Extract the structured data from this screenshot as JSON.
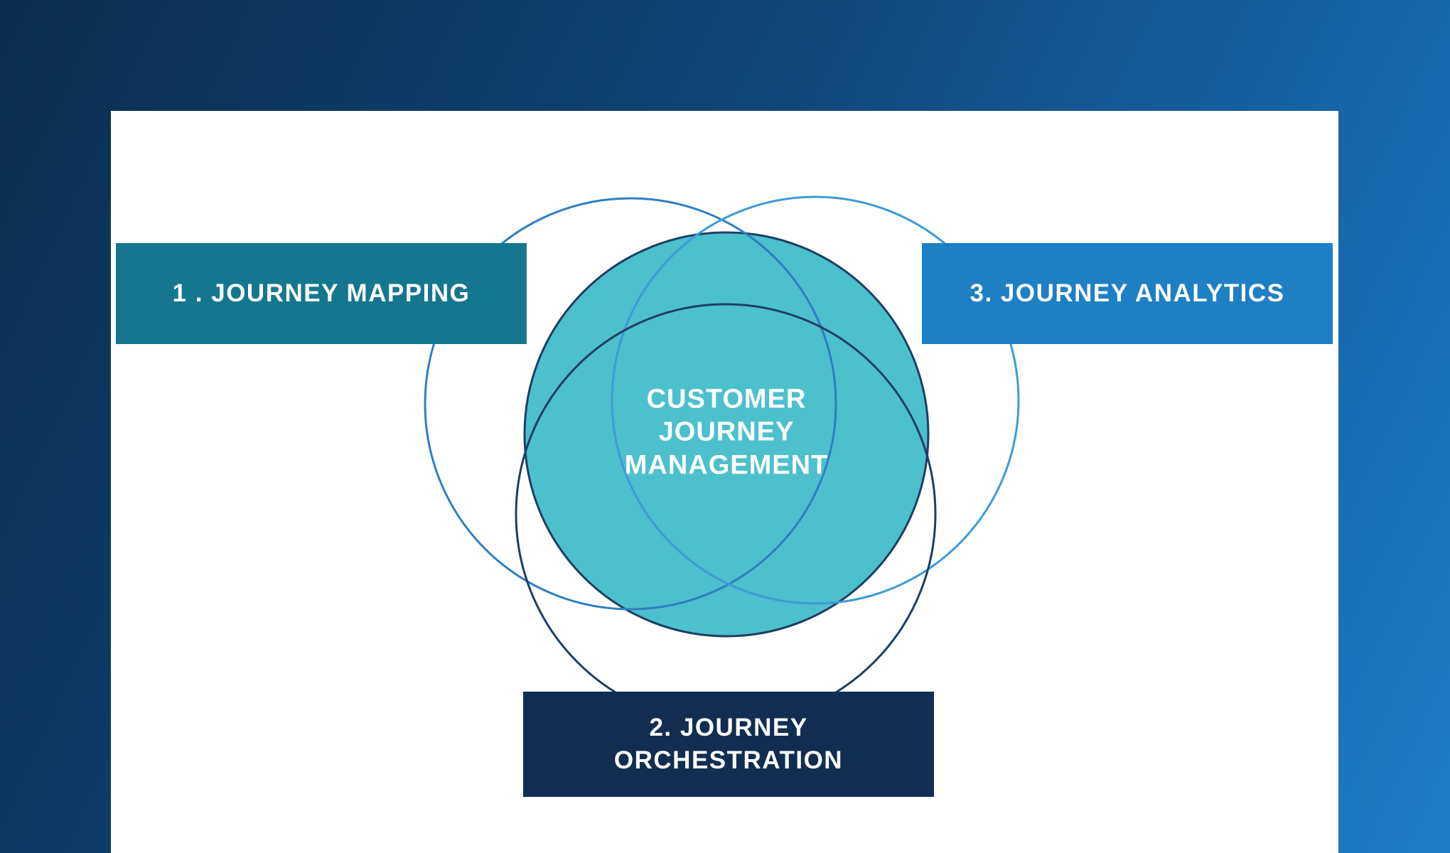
{
  "colors": {
    "bg_start": "#0a2c4e",
    "bg_mid": "#10477a",
    "bg_end": "#1d7cc9",
    "panel": "#ffffff",
    "box_mapping": "#15768f",
    "box_analytics": "#1d7fc4",
    "box_orchestration": "#112e52",
    "venn_fill": "#4cc0cd",
    "venn_fill_stroke": "#1d3f63",
    "circle_left": "#2f7ec3",
    "circle_right": "#3f9ad8",
    "circle_bottom": "#1d3f63",
    "label_text": "#ffffff"
  },
  "diagram": {
    "boxes": [
      {
        "id": "journey-mapping",
        "label": "1 . JOURNEY MAPPING"
      },
      {
        "id": "journey-orchestration",
        "label": "2. JOURNEY\nORCHESTRATION"
      },
      {
        "id": "journey-analytics",
        "label": "3. JOURNEY ANALYTICS"
      }
    ],
    "center": {
      "label": "CUSTOMER\nJOURNEY\nMANAGEMENT"
    }
  }
}
